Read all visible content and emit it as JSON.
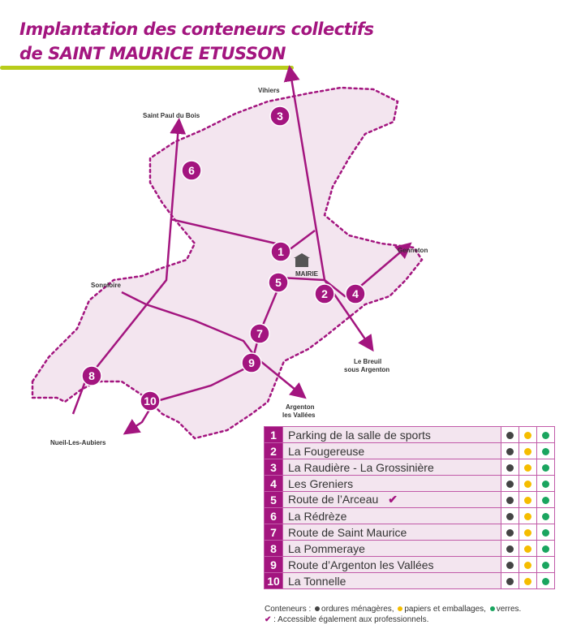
{
  "title": {
    "line1": "Implantation des conteneurs collectifs",
    "line2": "de SAINT MAURICE ETUSSON"
  },
  "map": {
    "places": {
      "vihiers": "Vihiers",
      "saint_paul": "Saint Paul du Bois",
      "sonnloire": "Sonnloire",
      "genneton": "Genneton",
      "le_breuil_1": "Le Breuil",
      "le_breuil_2": "sous Argenton",
      "argenton_1": "Argenton",
      "argenton_2": "les Vallées",
      "nueil": "Nueil-Les-Aubiers",
      "mairie": "MAIRIE"
    },
    "markers": [
      "1",
      "2",
      "3",
      "4",
      "5",
      "6",
      "7",
      "8",
      "9",
      "10"
    ]
  },
  "table": {
    "rows": [
      {
        "num": "1",
        "name": "Parking de la salle de sports",
        "pro": false
      },
      {
        "num": "2",
        "name": "La Fougereuse",
        "pro": false
      },
      {
        "num": "3",
        "name": "La Raudière - La Grossinière",
        "pro": false
      },
      {
        "num": "4",
        "name": "Les Greniers",
        "pro": false
      },
      {
        "num": "5",
        "name": "Route de l’Arceau",
        "pro": true
      },
      {
        "num": "6",
        "name": "La Rédrèze",
        "pro": false
      },
      {
        "num": "7",
        "name": "Route de Saint Maurice",
        "pro": false
      },
      {
        "num": "8",
        "name": "La Pommeraye",
        "pro": false
      },
      {
        "num": "9",
        "name": "Route d’Argenton les Vallées",
        "pro": false
      },
      {
        "num": "10",
        "name": "La Tonnelle",
        "pro": false
      }
    ]
  },
  "legend": {
    "prefix": "Conteneurs :",
    "ordures": "ordures ménagères,",
    "papiers": "papiers et emballages,",
    "verres": "verres.",
    "check": "✔",
    "pro": ": Accessible également aux professionnels."
  },
  "colors": {
    "brand": "#a3157f",
    "ordures": "#444444",
    "papiers": "#f5bd00",
    "verres": "#1aa55f",
    "area": "#f3e5ef"
  }
}
